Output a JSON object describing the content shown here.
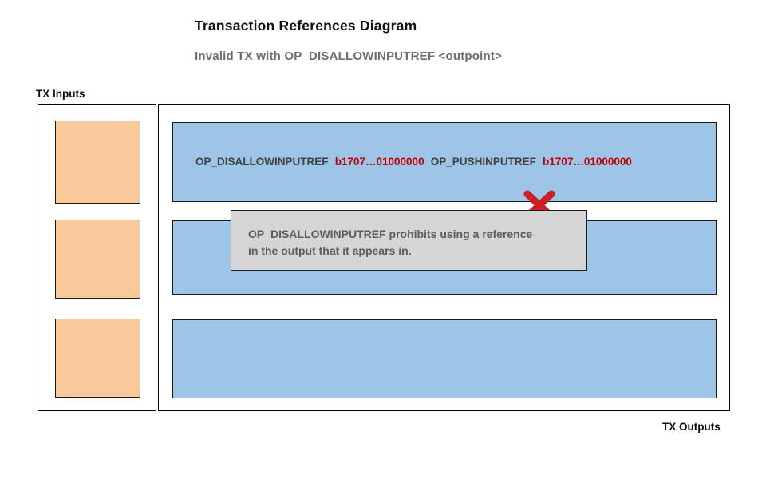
{
  "header": {
    "title": "Transaction References Diagram",
    "subtitle": "Invalid TX with OP_DISALLOWINPUTREF <outpoint>"
  },
  "labels": {
    "inputs": "TX Inputs",
    "outputs": "TX Outputs"
  },
  "inputs_panel": {
    "box_count": 3
  },
  "outputs_panel": {
    "rows": [
      {
        "script": {
          "op1": "OP_DISALLOWINPUTREF",
          "ref1": "b1707…01000000",
          "op2": "OP_PUSHINPUTREF",
          "ref2": "b1707…01000000"
        },
        "status": "invalid"
      },
      {
        "script": null,
        "status": "empty"
      },
      {
        "script": null,
        "status": "empty"
      }
    ]
  },
  "tooltip": {
    "line1": "OP_DISALLOWINPUTREF prohibits using a reference",
    "line2": "in the output that it appears in."
  },
  "icons": {
    "invalid_x": "red-x-cross"
  },
  "colors": {
    "output_fill": "#9ec4e8",
    "input_fill": "#f8ca9a",
    "tooltip_fill": "#d5d5d5",
    "script_opcode_text": "#404040",
    "script_ref_text": "#c00000",
    "invalid_x_red": "#cd2026",
    "subtitle_text": "#6e6e6e",
    "tooltip_text": "#5c5c5c"
  }
}
